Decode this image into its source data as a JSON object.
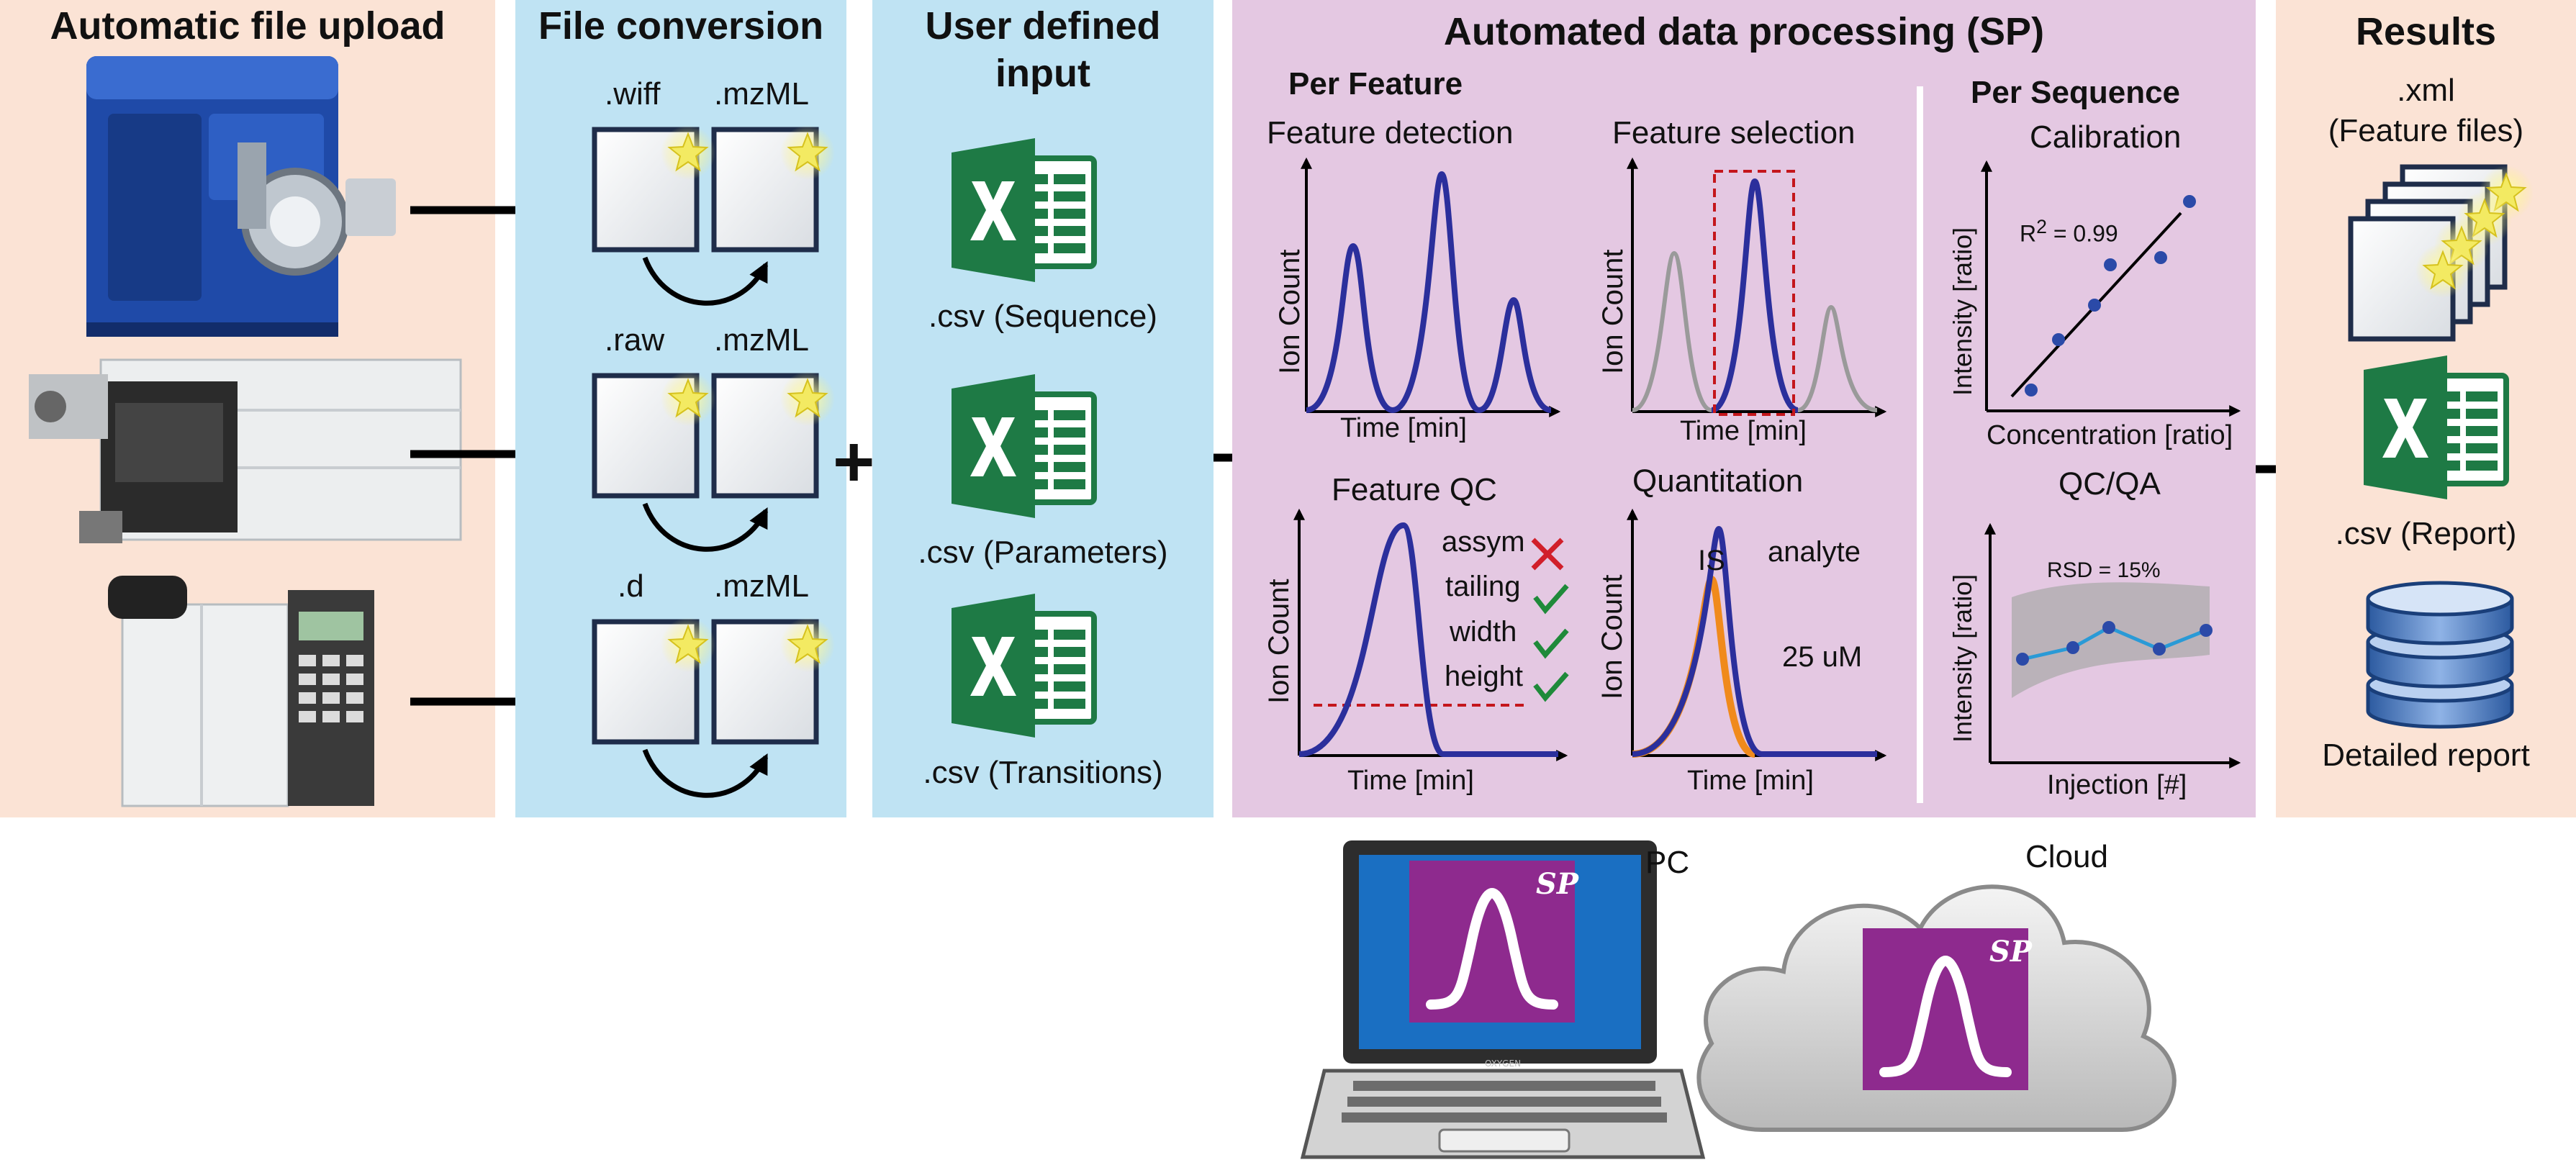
{
  "panels": {
    "upload": {
      "title": "Automatic file upload"
    },
    "conversion": {
      "title": "File conversion",
      "rows": [
        {
          "source_ext": ".wiff",
          "target_ext": ".mzML"
        },
        {
          "source_ext": ".raw",
          "target_ext": ".mzML"
        },
        {
          "source_ext": ".d",
          "target_ext": ".mzML"
        }
      ]
    },
    "input": {
      "title_line1": "User defined",
      "title_line2": "input",
      "files": [
        {
          "icon": "excel-icon",
          "label": ".csv (Sequence)"
        },
        {
          "icon": "excel-icon",
          "label": ".csv (Parameters)"
        },
        {
          "icon": "excel-icon",
          "label": ".csv (Transitions)"
        }
      ],
      "plus": "+"
    },
    "processing": {
      "title": "Automated data processing (SP)",
      "per_feature": "Per Feature",
      "per_sequence": "Per Sequence",
      "detection": {
        "title": "Feature detection",
        "ylabel": "Ion Count",
        "xlabel": "Time [min]"
      },
      "selection": {
        "title": "Feature selection",
        "ylabel": "Ion Count",
        "xlabel": "Time [min]"
      },
      "qc": {
        "title": "Feature QC",
        "ylabel": "Ion Count",
        "xlabel": "Time [min]",
        "checks": [
          {
            "label": "assym",
            "status": "fail"
          },
          {
            "label": "tailing",
            "status": "pass"
          },
          {
            "label": "width",
            "status": "pass"
          },
          {
            "label": "height",
            "status": "pass"
          }
        ]
      },
      "quant": {
        "title": "Quantitation",
        "ylabel": "Ion Count",
        "xlabel": "Time [min]",
        "is_label": "IS",
        "analyte_label": "analyte",
        "concentration": "25 uM"
      },
      "calibration": {
        "title": "Calibration",
        "ylabel": "Intensity [ratio]",
        "xlabel": "Concentration [ratio]",
        "r2_prefix": "R",
        "r2_sup": "2",
        "r2_value": " = 0.99"
      },
      "qcqa": {
        "title": "QC/QA",
        "ylabel": "Intensity [ratio]",
        "xlabel": "Injection [#]",
        "rsd": "RSD = 15%"
      }
    },
    "results": {
      "title": "Results",
      "xml_line1": ".xml",
      "xml_line2": "(Feature files)",
      "csv_label": ".csv (Report)",
      "report_label": "Detailed report"
    }
  },
  "deploy": {
    "pc_label": "PC",
    "cloud_label": "Cloud",
    "logo_text": "SP",
    "laptop_brand": "OXYGEN"
  },
  "colors": {
    "peak": "#2b2f9c",
    "grey_peak": "#9a9a9a",
    "orange_peak": "#f08a1c",
    "select_box": "#c4161c",
    "excel_green": "#1e7a45",
    "logo_purple": "#8e2a8e",
    "check_green": "#1f8a3a",
    "fail_red": "#d11f2a"
  }
}
